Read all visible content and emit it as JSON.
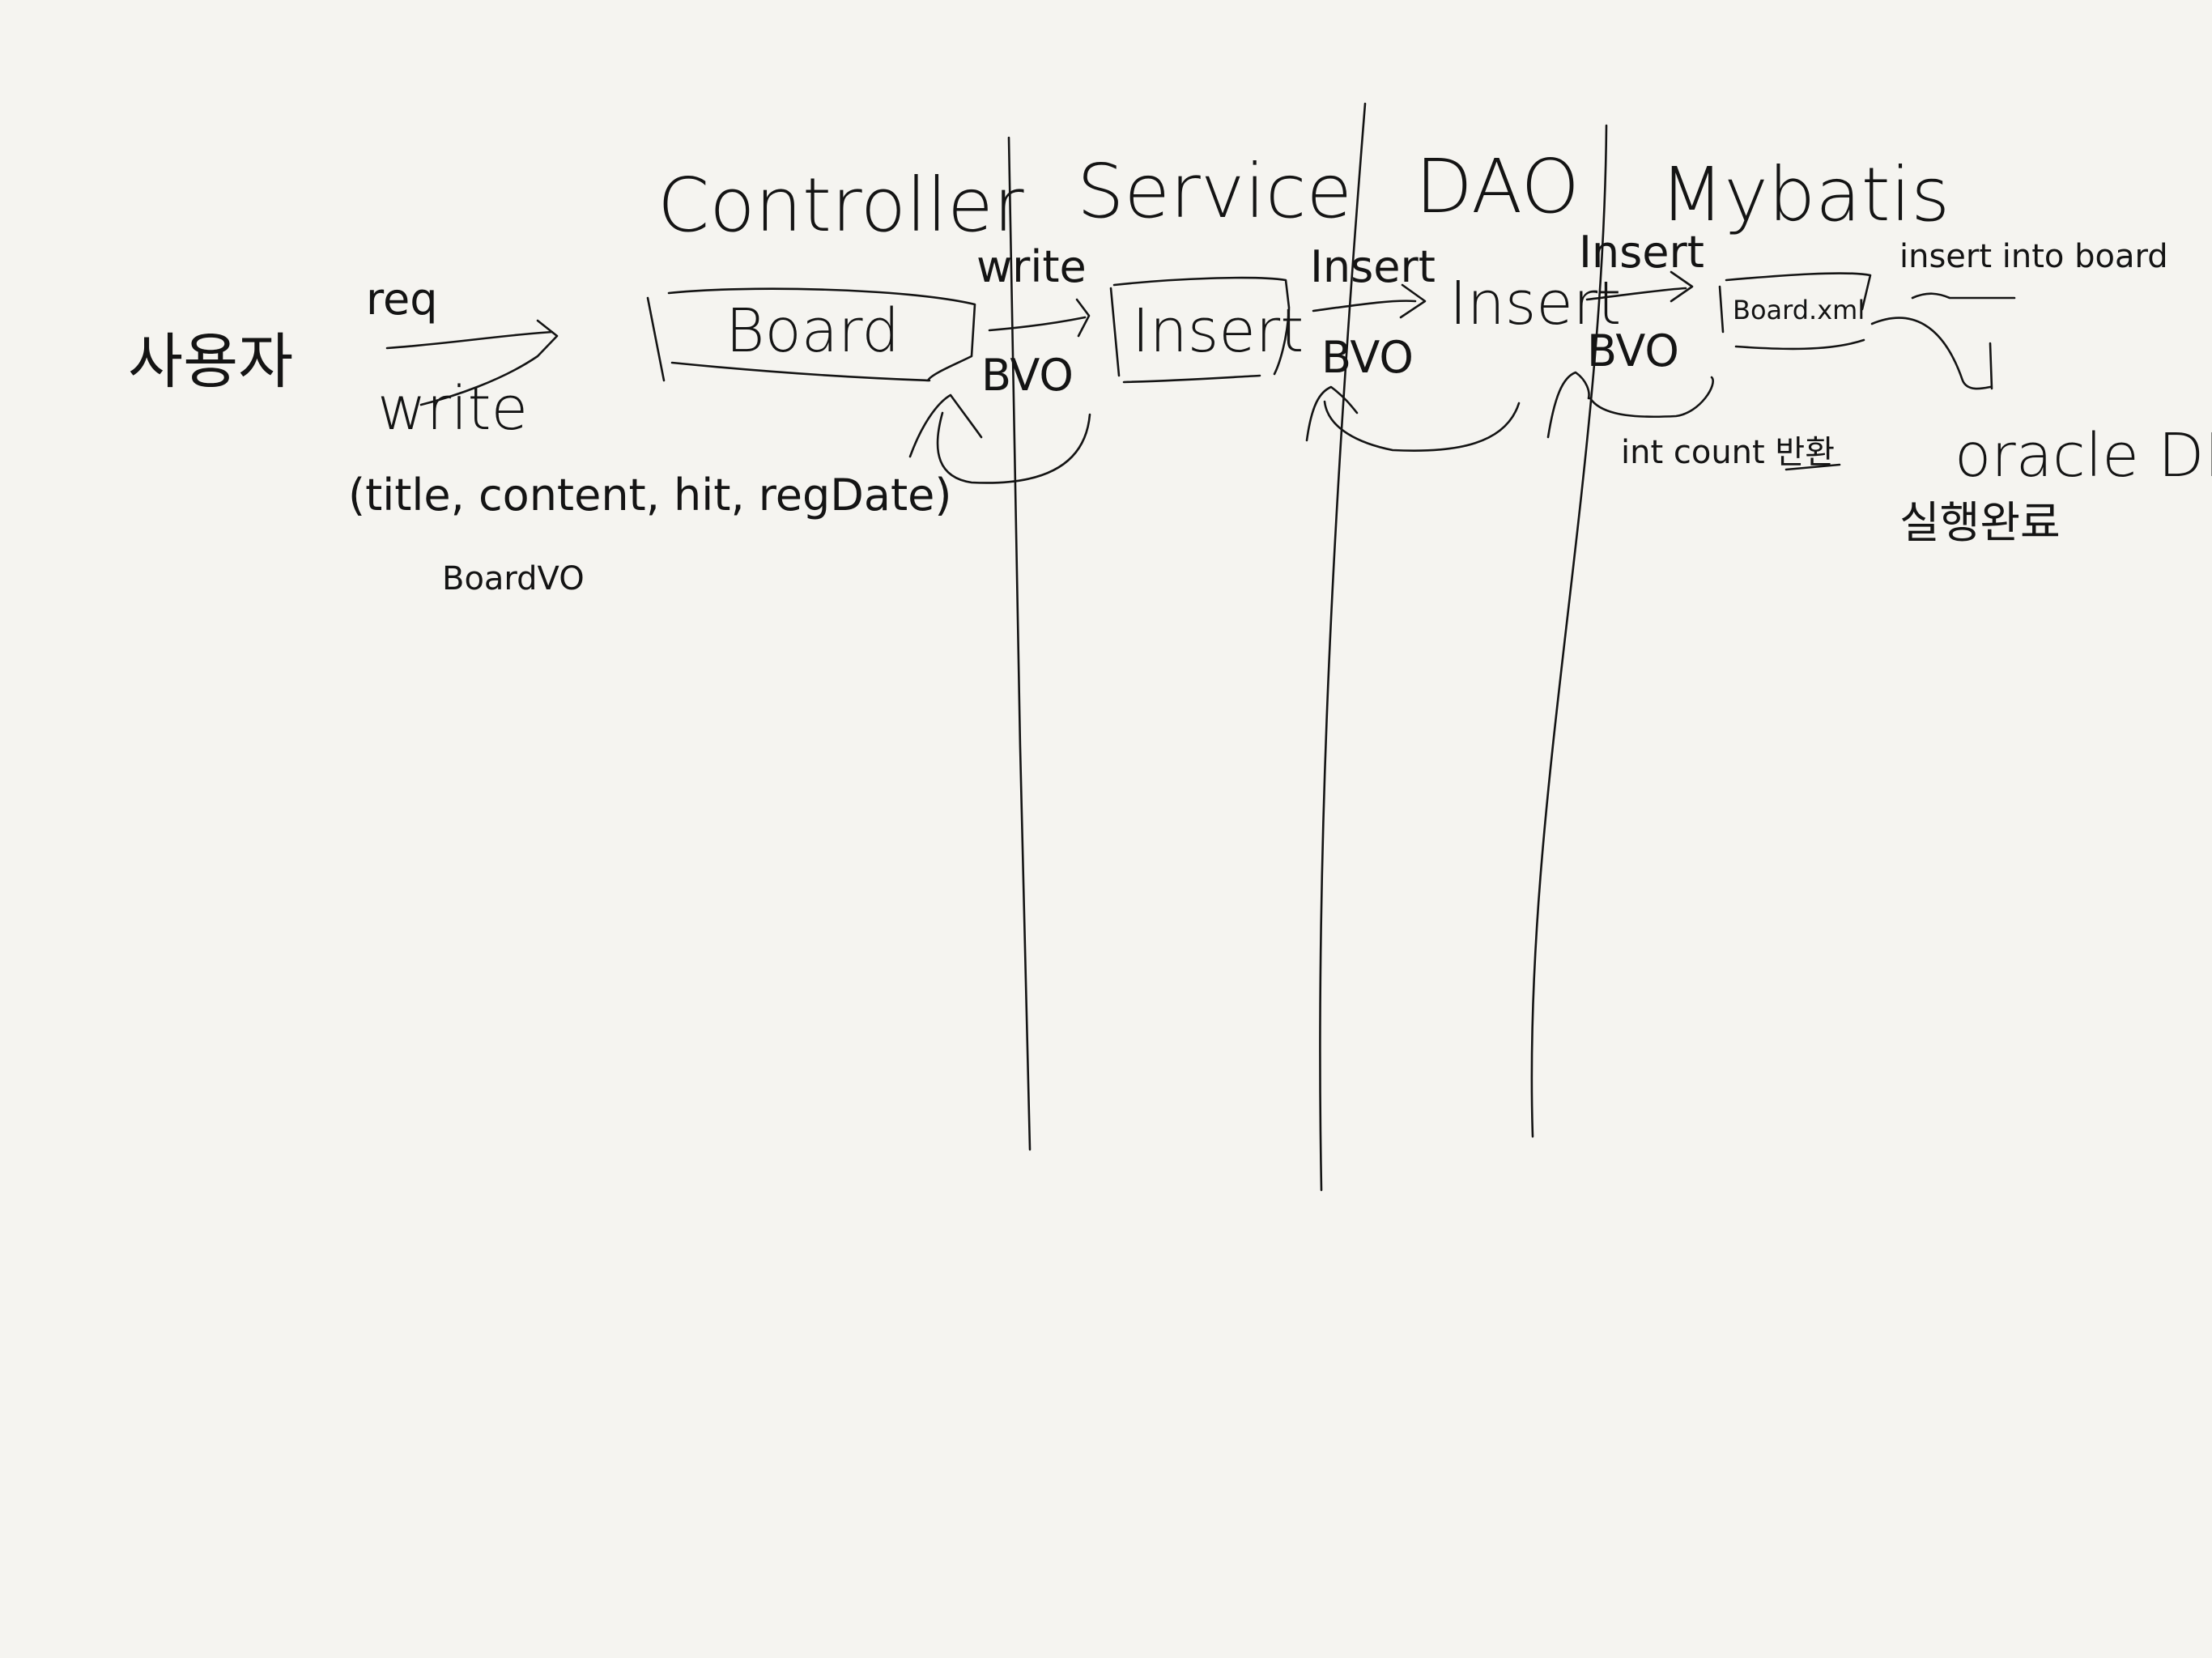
{
  "background": "#f5f4f0",
  "ink_color": "#141414",
  "layers": {
    "controller": "Controller",
    "service": "Service",
    "dao": "DAO",
    "mybatis": "Mybatis"
  },
  "user": {
    "label": "사용자",
    "request_top": "req",
    "request_bottom": "write",
    "params": "(title, content, hit, regDate)",
    "vo_note": "BoardVO"
  },
  "controller": {
    "box_label": "Board",
    "call_label": "write",
    "param": "BVO"
  },
  "service": {
    "box_label": "Insert",
    "call_label": "Insert",
    "param": "BVO"
  },
  "dao": {
    "label": "Insert",
    "call_label": "Insert",
    "param": "BVO",
    "return_note": "int count 반환"
  },
  "mybatis": {
    "box_label": "Board.xml",
    "sql_note": "insert into board"
  },
  "db": {
    "label": "oracle DB",
    "status": "실행완료"
  }
}
